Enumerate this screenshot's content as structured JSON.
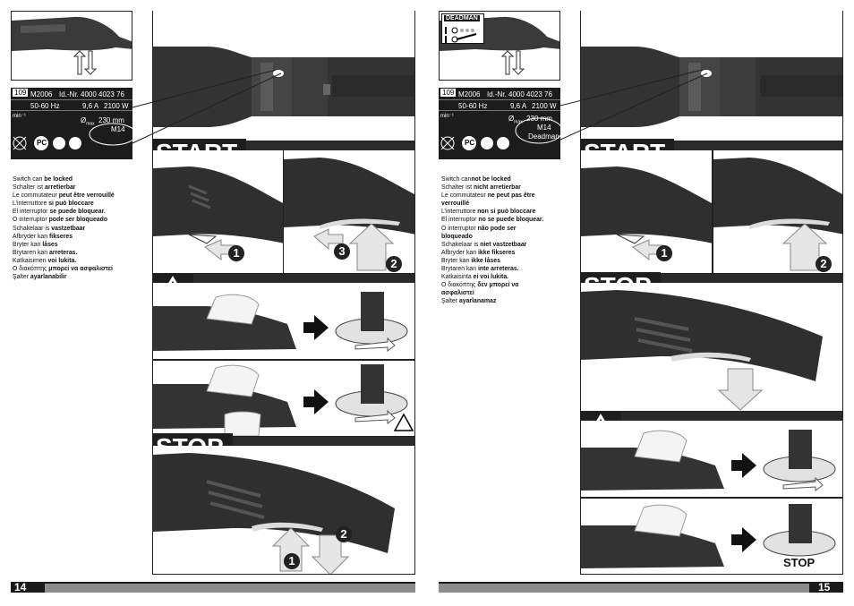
{
  "left_page": {
    "spec_plate": {
      "code": "109",
      "model": "M2006",
      "id_label": "Id.-Nr. 4000 4023 76",
      "freq": "50-60 Hz",
      "current": "9,6 A",
      "power": "2100 W",
      "rpm_label": "min⁻¹",
      "diameter": "230 mm",
      "diameter_sub": "max",
      "thread": "M14",
      "brand_mark": "PC"
    },
    "lang_lines": [
      {
        "pre": "Switch can ",
        "bold": "be locked",
        "post": ""
      },
      {
        "pre": "Schalter ist ",
        "bold": "arretierbar",
        "post": ""
      },
      {
        "pre": "Le commutateur ",
        "bold": "peut être verrouillé",
        "post": ""
      },
      {
        "pre": "L’interruttore ",
        "bold": "si può bloccare",
        "post": ""
      },
      {
        "pre": "El interruptor ",
        "bold": "se puede bloquear.",
        "post": ""
      },
      {
        "pre": "O interruptor ",
        "bold": "pode ser bloqueado",
        "post": ""
      },
      {
        "pre": "Schakelaar is ",
        "bold": "vastzetbaar",
        "post": ""
      },
      {
        "pre": "Afbryder kan ",
        "bold": "fikseres",
        "post": ""
      },
      {
        "pre": "Bryter kan ",
        "bold": "låses",
        "post": ""
      },
      {
        "pre": "Brytaren kan ",
        "bold": "arreteras.",
        "post": ""
      },
      {
        "pre": "Katkaisimen ",
        "bold": "voi lukita.",
        "post": ""
      },
      {
        "pre": "Ο διακόπτης ",
        "bold": "μπορεί να ασφαλιστεί",
        "post": ""
      },
      {
        "pre": "Şalter ",
        "bold": "ayarlanabilir",
        "post": ""
      }
    ],
    "start_label": "START",
    "stop_label": "STOP",
    "steps": {
      "s1": "1",
      "s2": "2",
      "s3": "3",
      "s4": "1",
      "s5": "2"
    },
    "page_number": "14"
  },
  "right_page": {
    "deadman_badge": "DEADMAN",
    "spec_plate": {
      "code": "109",
      "model": "M2006",
      "id_label": "Id.-Nr. 4000 4023 76",
      "freq": "50-60 Hz",
      "current": "9,6 A",
      "power": "2100 W",
      "rpm_label": "min⁻¹",
      "diameter": "230 mm",
      "diameter_sub": "max",
      "thread": "M14",
      "deadman": "Deadman",
      "brand_mark": "PC"
    },
    "lang_lines": [
      {
        "pre": "Switch can",
        "bold": "not be locked",
        "post": ""
      },
      {
        "pre": "Schalter ist ",
        "bold": "nicht arretierbar",
        "post": ""
      },
      {
        "pre": "Le commutateur ",
        "bold": "ne peut pas être",
        "post": ""
      },
      {
        "pre": "",
        "bold": "verrouillé",
        "post": ""
      },
      {
        "pre": "L’interruttore ",
        "bold": "non si può bloccare",
        "post": ""
      },
      {
        "pre": "El interruptor ",
        "bold": "no se puede bloquear.",
        "post": ""
      },
      {
        "pre": "O interruptor ",
        "bold": "não pode ser",
        "post": ""
      },
      {
        "pre": "",
        "bold": "bloqueado",
        "post": ""
      },
      {
        "pre": "Schakelaar is ",
        "bold": "niet vastzetbaar",
        "post": ""
      },
      {
        "pre": "Afbryder kan ",
        "bold": "ikke fikseres",
        "post": ""
      },
      {
        "pre": "Bryter kan ",
        "bold": "ikke låses",
        "post": ""
      },
      {
        "pre": "Brytaren kan ",
        "bold": "inte arreteras.",
        "post": ""
      },
      {
        "pre": "Katkaisinta ",
        "bold": "ei voi lukita.",
        "post": ""
      },
      {
        "pre": "Ο διακόπτης ",
        "bold": "δεν μπορεί να",
        "post": ""
      },
      {
        "pre": "",
        "bold": "ασφαλιστεί",
        "post": ""
      },
      {
        "pre": "Şalter ",
        "bold": "ayarlanamaz",
        "post": ""
      }
    ],
    "start_label": "START",
    "stop_label": "STOP",
    "stop_small": "STOP",
    "steps": {
      "s1": "1",
      "s2": "2"
    },
    "page_number": "15"
  }
}
